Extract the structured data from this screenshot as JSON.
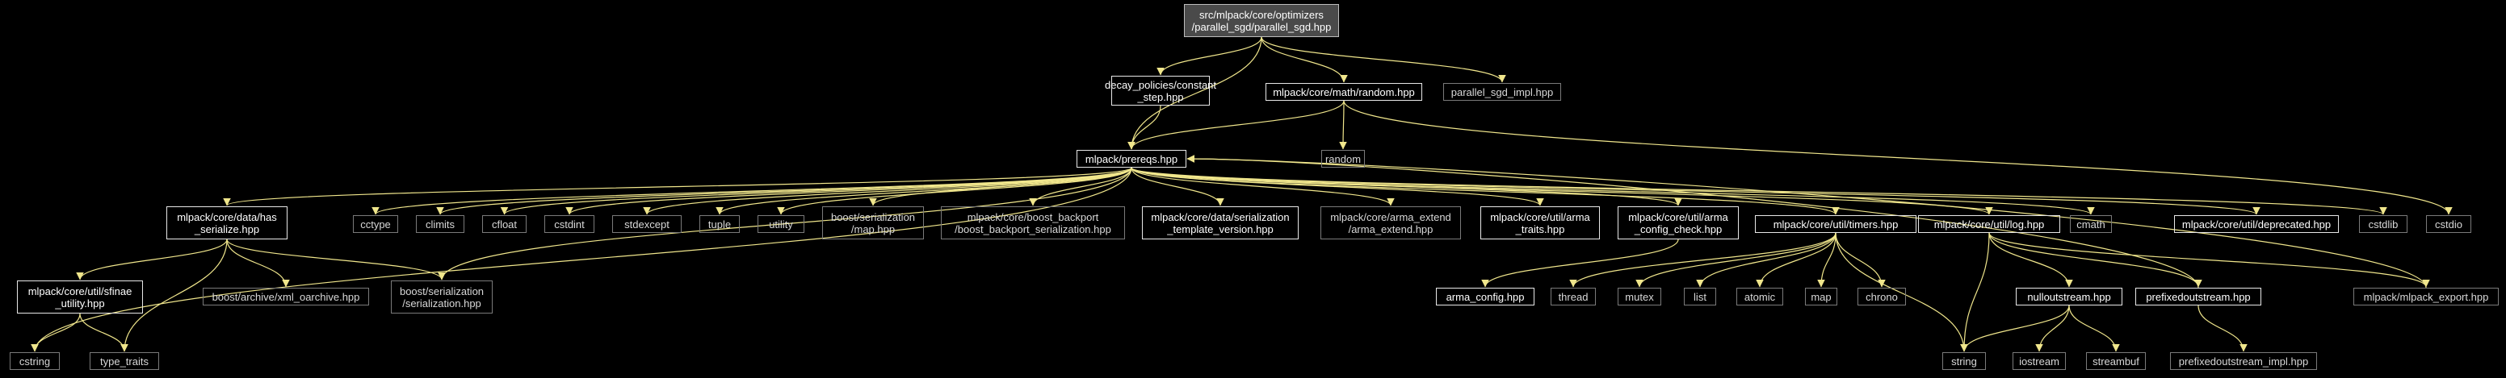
{
  "colors": {
    "background": "#000000",
    "edge": "#f0e68c",
    "text": "#ffffff",
    "documented_border": "#e8e8e8",
    "external_border": "#7a7a7a",
    "root_fill": "#4a4a4a"
  },
  "nodes": [
    {
      "id": "root",
      "label": "src/mlpack/core/optimizers\n/parallel_sgd/parallel_sgd.hpp",
      "style": "root"
    },
    {
      "id": "decay",
      "label": "decay_policies/constant\n_step.hpp",
      "style": "documented"
    },
    {
      "id": "random_hpp",
      "label": "mlpack/core/math/random.hpp",
      "style": "documented"
    },
    {
      "id": "impl",
      "label": "parallel_sgd_impl.hpp",
      "style": "external"
    },
    {
      "id": "prereqs",
      "label": "mlpack/prereqs.hpp",
      "style": "documented"
    },
    {
      "id": "random",
      "label": "random",
      "style": "external"
    },
    {
      "id": "has_ser",
      "label": "mlpack/core/data/has\n_serialize.hpp",
      "style": "documented"
    },
    {
      "id": "cctype",
      "label": "cctype",
      "style": "external"
    },
    {
      "id": "climits",
      "label": "climits",
      "style": "external"
    },
    {
      "id": "cfloat",
      "label": "cfloat",
      "style": "external"
    },
    {
      "id": "cstdint",
      "label": "cstdint",
      "style": "external"
    },
    {
      "id": "stdexcept",
      "label": "stdexcept",
      "style": "external"
    },
    {
      "id": "tuple",
      "label": "tuple",
      "style": "external"
    },
    {
      "id": "utility",
      "label": "utility",
      "style": "external"
    },
    {
      "id": "boost_map",
      "label": "boost/serialization\n/map.hpp",
      "style": "external"
    },
    {
      "id": "boost_backport",
      "label": "mlpack/core/boost_backport\n/boost_backport_serialization.hpp",
      "style": "external"
    },
    {
      "id": "template_version",
      "label": "mlpack/core/data/serialization\n_template_version.hpp",
      "style": "documented"
    },
    {
      "id": "arma_extend",
      "label": "mlpack/core/arma_extend\n/arma_extend.hpp",
      "style": "external"
    },
    {
      "id": "arma_traits",
      "label": "mlpack/core/util/arma\n_traits.hpp",
      "style": "documented"
    },
    {
      "id": "arma_config_check",
      "label": "mlpack/core/util/arma\n_config_check.hpp",
      "style": "documented"
    },
    {
      "id": "timers",
      "label": "mlpack/core/util/timers.hpp",
      "style": "documented"
    },
    {
      "id": "log",
      "label": "mlpack/core/util/log.hpp",
      "style": "documented"
    },
    {
      "id": "cmath",
      "label": "cmath",
      "style": "external"
    },
    {
      "id": "deprecated",
      "label": "mlpack/core/util/deprecated.hpp",
      "style": "documented"
    },
    {
      "id": "cstdlib",
      "label": "cstdlib",
      "style": "external"
    },
    {
      "id": "cstdio",
      "label": "cstdio",
      "style": "external"
    },
    {
      "id": "sfinae",
      "label": "mlpack/core/util/sfinae\n_utility.hpp",
      "style": "documented"
    },
    {
      "id": "xml_oarchive",
      "label": "boost/archive/xml_oarchive.hpp",
      "style": "external"
    },
    {
      "id": "boost_serialization",
      "label": "boost/serialization\n/serialization.hpp",
      "style": "external"
    },
    {
      "id": "cstring",
      "label": "cstring",
      "style": "external"
    },
    {
      "id": "type_traits",
      "label": "type_traits",
      "style": "external"
    },
    {
      "id": "arma_config",
      "label": "arma_config.hpp",
      "style": "documented"
    },
    {
      "id": "thread",
      "label": "thread",
      "style": "external"
    },
    {
      "id": "mutex",
      "label": "mutex",
      "style": "external"
    },
    {
      "id": "list",
      "label": "list",
      "style": "external"
    },
    {
      "id": "atomic",
      "label": "atomic",
      "style": "external"
    },
    {
      "id": "map",
      "label": "map",
      "style": "external"
    },
    {
      "id": "chrono",
      "label": "chrono",
      "style": "external"
    },
    {
      "id": "nulloutstream",
      "label": "nulloutstream.hpp",
      "style": "documented"
    },
    {
      "id": "prefixedoutstream",
      "label": "prefixedoutstream.hpp",
      "style": "documented"
    },
    {
      "id": "mlpack_export",
      "label": "mlpack/mlpack_export.hpp",
      "style": "external"
    },
    {
      "id": "string",
      "label": "string",
      "style": "external"
    },
    {
      "id": "iostream",
      "label": "iostream",
      "style": "external"
    },
    {
      "id": "streambuf",
      "label": "streambuf",
      "style": "external"
    },
    {
      "id": "prefixed_impl",
      "label": "prefixedoutstream_impl.hpp",
      "style": "external"
    }
  ],
  "edges": [
    [
      "root",
      "decay"
    ],
    [
      "root",
      "random_hpp"
    ],
    [
      "root",
      "impl"
    ],
    [
      "root",
      "prereqs"
    ],
    [
      "decay",
      "prereqs"
    ],
    [
      "random_hpp",
      "prereqs"
    ],
    [
      "random_hpp",
      "random"
    ],
    [
      "random_hpp",
      "cstdio"
    ],
    [
      "prereqs",
      "has_ser"
    ],
    [
      "prereqs",
      "cctype"
    ],
    [
      "prereqs",
      "climits"
    ],
    [
      "prereqs",
      "cfloat"
    ],
    [
      "prereqs",
      "cstdint"
    ],
    [
      "prereqs",
      "stdexcept"
    ],
    [
      "prereqs",
      "tuple"
    ],
    [
      "prereqs",
      "utility"
    ],
    [
      "prereqs",
      "boost_map"
    ],
    [
      "prereqs",
      "boost_backport"
    ],
    [
      "prereqs",
      "template_version"
    ],
    [
      "prereqs",
      "arma_extend"
    ],
    [
      "prereqs",
      "arma_traits"
    ],
    [
      "prereqs",
      "arma_config_check"
    ],
    [
      "prereqs",
      "timers"
    ],
    [
      "prereqs",
      "log"
    ],
    [
      "prereqs",
      "cmath"
    ],
    [
      "prereqs",
      "deprecated"
    ],
    [
      "prereqs",
      "cstdlib"
    ],
    [
      "prereqs",
      "cstring"
    ],
    [
      "prereqs",
      "boost_serialization"
    ],
    [
      "has_ser",
      "sfinae"
    ],
    [
      "has_ser",
      "xml_oarchive"
    ],
    [
      "has_ser",
      "boost_serialization"
    ],
    [
      "has_ser",
      "type_traits"
    ],
    [
      "sfinae",
      "cstring"
    ],
    [
      "sfinae",
      "type_traits"
    ],
    [
      "arma_config_check",
      "arma_config"
    ],
    [
      "timers",
      "thread"
    ],
    [
      "timers",
      "mutex"
    ],
    [
      "timers",
      "list"
    ],
    [
      "timers",
      "atomic"
    ],
    [
      "timers",
      "map"
    ],
    [
      "timers",
      "chrono"
    ],
    [
      "timers",
      "string"
    ],
    [
      "log",
      "nulloutstream"
    ],
    [
      "log",
      "prefixedoutstream"
    ],
    [
      "log",
      "mlpack_export"
    ],
    [
      "log",
      "string"
    ],
    [
      "nulloutstream",
      "string"
    ],
    [
      "nulloutstream",
      "iostream"
    ],
    [
      "nulloutstream",
      "streambuf"
    ],
    [
      "prefixedoutstream",
      "prefixed_impl"
    ],
    [
      "prefixedoutstream",
      "prereqs"
    ],
    [
      "mlpack_export",
      "prereqs"
    ]
  ]
}
